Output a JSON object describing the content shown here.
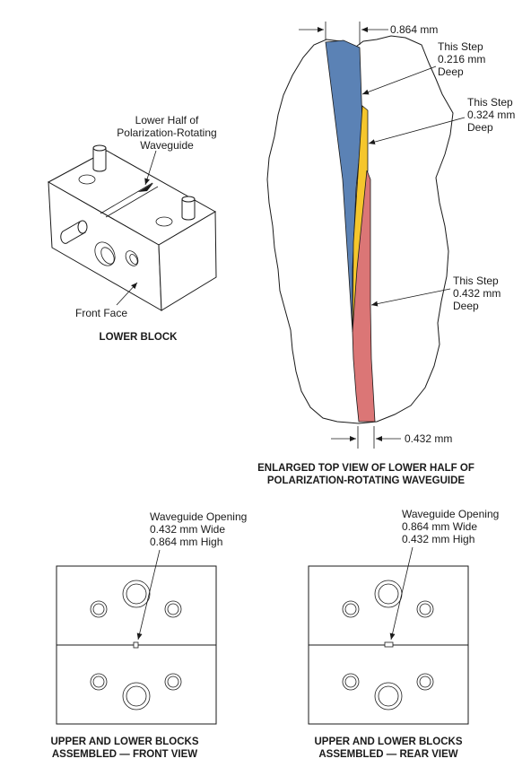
{
  "lower_block": {
    "callout_line1": "Lower Half of",
    "callout_line2": "Polarization-Rotating",
    "callout_line3": "Waveguide",
    "front_face_label": "Front Face",
    "caption": "LOWER BLOCK"
  },
  "enlarged_view": {
    "top_dimension": "0.864 mm",
    "bottom_dimension": "0.432 mm",
    "steps": [
      {
        "line1": "This Step",
        "line2": "0.216 mm",
        "line3": "Deep",
        "color": "#5b82b5"
      },
      {
        "line1": "This Step",
        "line2": "0.324 mm",
        "line3": "Deep",
        "color": "#f5c62c"
      },
      {
        "line1": "This Step",
        "line2": "0.432 mm",
        "line3": "Deep",
        "color": "#db7676"
      }
    ],
    "caption_line1": "ENLARGED TOP VIEW OF LOWER HALF OF",
    "caption_line2": "POLARIZATION-ROTATING WAVEGUIDE"
  },
  "front_view": {
    "opening_line1": "Waveguide Opening",
    "opening_line2": "0.432 mm Wide",
    "opening_line3": "0.864 mm High",
    "caption_line1": "UPPER AND LOWER BLOCKS",
    "caption_line2": "ASSEMBLED — FRONT VIEW"
  },
  "rear_view": {
    "opening_line1": "Waveguide Opening",
    "opening_line2": "0.864 mm Wide",
    "opening_line3": "0.432 mm High",
    "caption_line1": "UPPER AND LOWER BLOCKS",
    "caption_line2": "ASSEMBLED — REAR VIEW"
  }
}
